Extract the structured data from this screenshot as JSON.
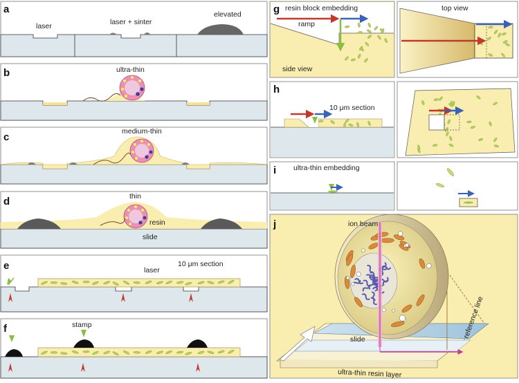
{
  "panels": {
    "a": {
      "letter": "a",
      "labels": [
        "laser",
        "laser + sinter",
        "elevated"
      ]
    },
    "b": {
      "letter": "b",
      "label": "ultra-thin"
    },
    "c": {
      "letter": "c",
      "label": "medium-thin"
    },
    "d": {
      "letter": "d",
      "label": "thin",
      "resin": "resin",
      "slide": "slide"
    },
    "e": {
      "letter": "e",
      "label": "laser",
      "section": "10 μm section"
    },
    "f": {
      "letter": "f",
      "label": "stamp"
    },
    "g": {
      "letter": "g",
      "title": "resin block embedding",
      "ramp": "ramp",
      "side_view": "side view",
      "top_view": "top view"
    },
    "h": {
      "letter": "h",
      "section": "10 μm section"
    },
    "i": {
      "letter": "i",
      "label": "ultra-thin embedding"
    },
    "j": {
      "letter": "j",
      "ion_beam": "ion beam",
      "slide": "slide",
      "resin_layer": "ultra-thin resin layer",
      "reference_line": "reference line"
    }
  },
  "colors": {
    "slide": "#dde7ec",
    "resin": "#faedb0",
    "cell": "#ec8fb4",
    "nucleus": "#efc8e0",
    "granule": "#fbe58a",
    "dark_granule": "#3b3f9b",
    "debris": "#6d6d6d",
    "red_arrow": "#c0392b",
    "blue_arrow": "#3b63b5",
    "green_arrow": "#8bbd45",
    "magenta": "#c2399a"
  }
}
